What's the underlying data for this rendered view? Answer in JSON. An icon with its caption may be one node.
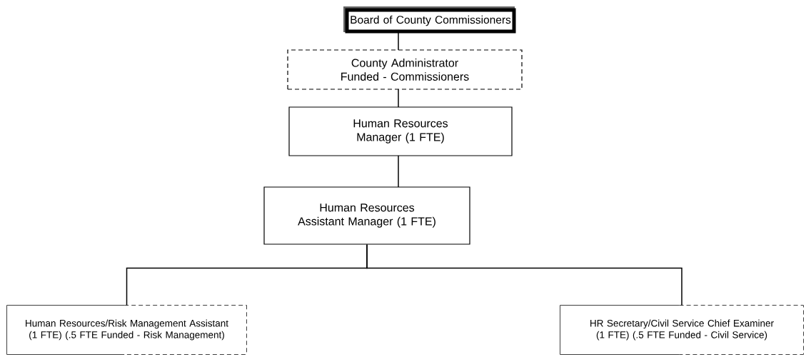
{
  "diagram": {
    "nodes": [
      {
        "text": [
          "Board of County Commissioners"
        ]
      },
      {
        "text": [
          "County Administrator Funded - Commissioners"
        ]
      },
      {
        "text": [
          "Human Resources Manager (1 FTE)"
        ]
      },
      {
        "text": [
          "Human Resources Assistant Manager (1 FTE)"
        ]
      },
      {
        "text": [
          "Human Resources/Risk Management Assistant (1 FTE) (.5 FTE Funded - Risk Management)"
        ]
      },
      {
        "text": [
          "HR Secretary/Civil Service Chief Examiner (1 FTE) (.5 FTE Funded - Civil Service)"
        ]
      }
    ],
    "edges": [
      {
        "from": 0,
        "to": 1,
        "arrow": "none"
      },
      {
        "from": 1,
        "to": 2,
        "arrow": "none"
      },
      {
        "from": 2,
        "to": 3,
        "arrow": "none"
      },
      {
        "from": 3,
        "to": 4,
        "arrow": "none"
      },
      {
        "from": 3,
        "to": 5,
        "arrow": "none"
      }
    ]
  }
}
